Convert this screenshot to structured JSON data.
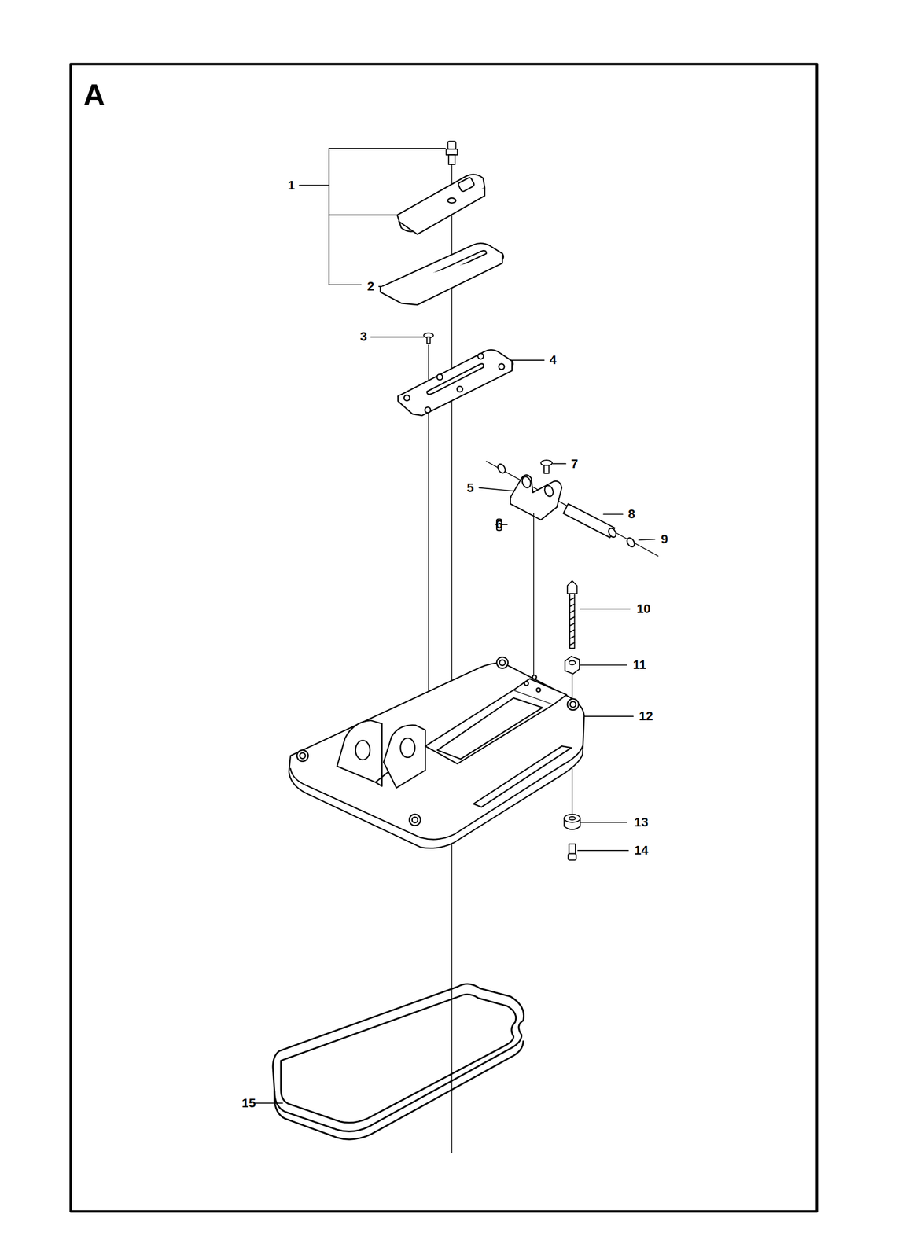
{
  "diagram": {
    "title": "A",
    "labels": [
      "1",
      "2",
      "3",
      "4",
      "5",
      "6",
      "7",
      "8",
      "9",
      "10",
      "11",
      "12",
      "13",
      "14",
      "15"
    ]
  }
}
